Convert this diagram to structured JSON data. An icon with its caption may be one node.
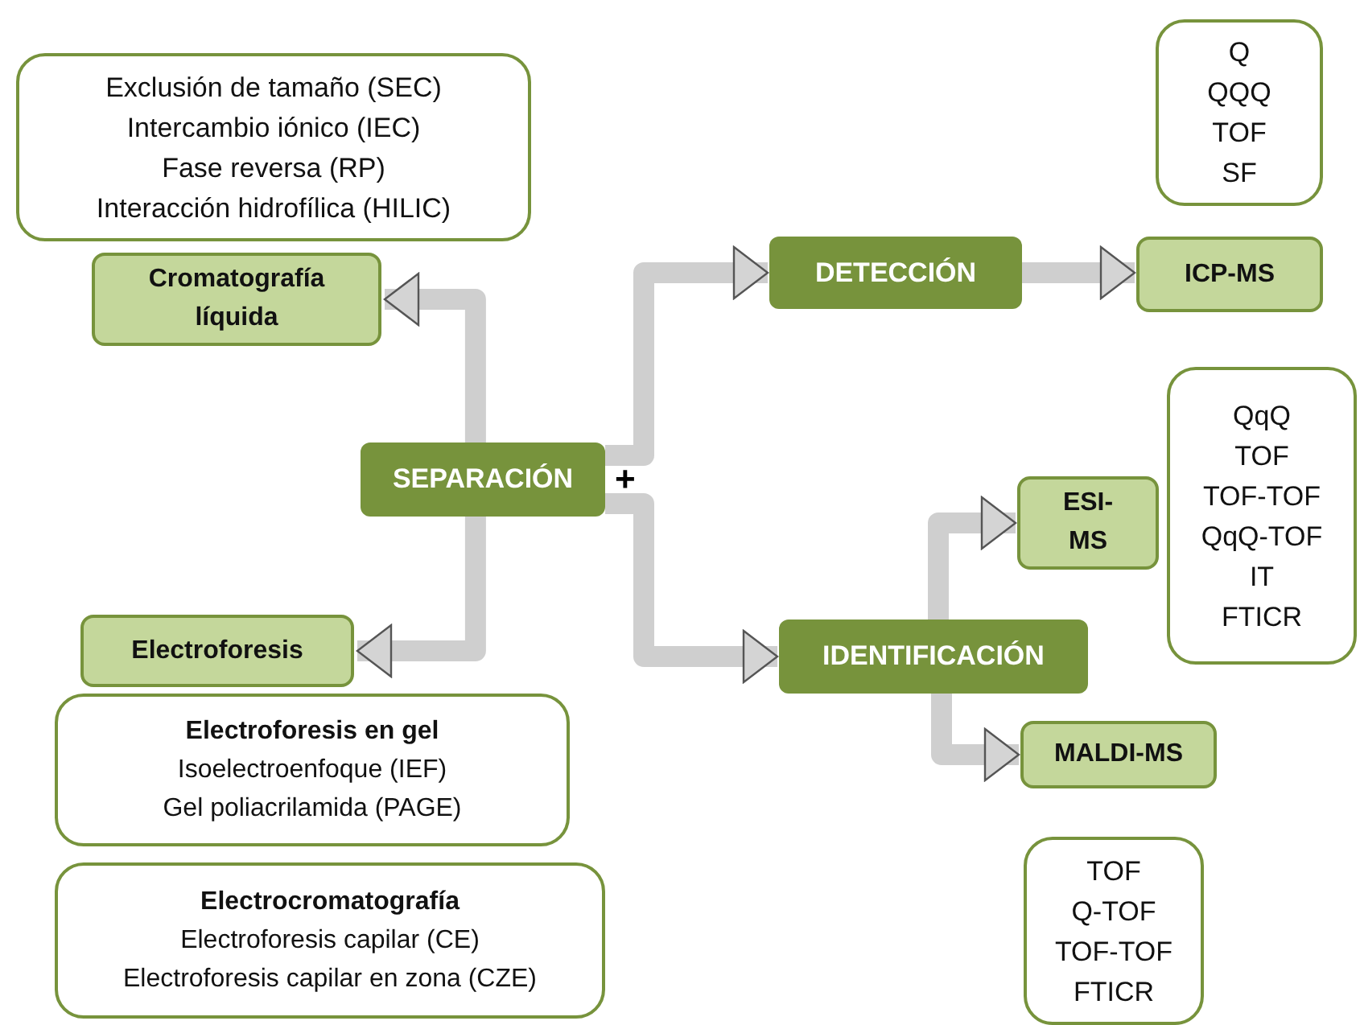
{
  "diagram": {
    "nodes": [
      {
        "text": [
          "Exclusión de tamaño (SEC)",
          "Intercambio iónico (IEC)",
          "Fase reversa (RP)",
          "Interacción hidrofílica (HILIC)"
        ]
      },
      {
        "text": [
          "Cromatografía líquida"
        ]
      },
      {
        "text": [
          "SEPARACIÓN"
        ]
      },
      {
        "text": [
          "Electroforesis"
        ]
      },
      {
        "text": [
          "Electroforesis en gel",
          "Isoelectroenfoque (IEF)",
          "Gel poliacrilamida (PAGE)"
        ]
      },
      {
        "text": [
          "Electrocromatografía",
          "Electroforesis capilar (CE)",
          "Electroforesis capilar en zona (CZE)"
        ]
      },
      {
        "text": [
          "DETECCIÓN"
        ]
      },
      {
        "text": [
          "ICP-MS"
        ]
      },
      {
        "text": [
          "Q",
          "QQQ",
          "TOF",
          "SF"
        ]
      },
      {
        "text": [
          "IDENTIFICACIÓN"
        ]
      },
      {
        "text": [
          "ESI-MS"
        ]
      },
      {
        "text": [
          "QqQ",
          "TOF",
          "TOF-TOF",
          "QqQ-TOF",
          "IT",
          "FTICR"
        ]
      },
      {
        "text": [
          "MALDI-MS"
        ]
      },
      {
        "text": [
          "TOF",
          "Q-TOF",
          "TOF-TOF",
          "FTICR"
        ]
      }
    ],
    "edges": [
      {
        "from": 2,
        "to": 1,
        "arrow": "to"
      },
      {
        "from": 2,
        "to": 3,
        "arrow": "to"
      },
      {
        "from": 2,
        "to": 6,
        "arrow": "to"
      },
      {
        "from": 2,
        "to": 9,
        "arrow": "to"
      },
      {
        "from": 6,
        "to": 7,
        "arrow": "to"
      },
      {
        "from": 9,
        "to": 10,
        "arrow": "to"
      },
      {
        "from": 9,
        "to": 12,
        "arrow": "to"
      }
    ],
    "labels": [
      "+"
    ]
  }
}
